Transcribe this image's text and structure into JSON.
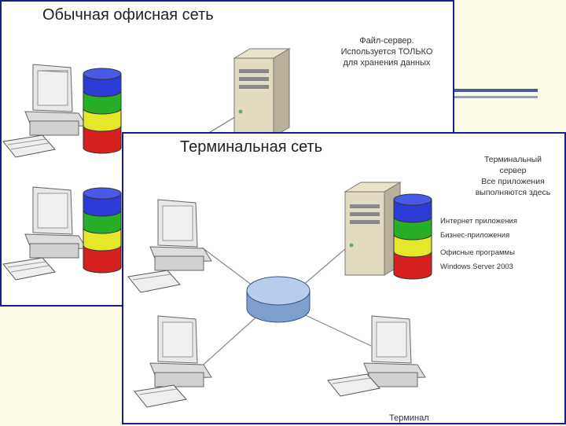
{
  "slide": {
    "accent": "#1a1e8c",
    "background": "#fbfbe6"
  },
  "office": {
    "title": "Обычная офисная сеть",
    "server_note": [
      "Файл-сервер.",
      "Используется ТОЛЬКО",
      "для хранения данных"
    ],
    "icons": [
      "computer-icon",
      "database-icon",
      "server-icon"
    ]
  },
  "terminal": {
    "title": "Терминальная сеть",
    "server_note": [
      "Терминальный",
      "сервер",
      "Все приложения",
      "выполняются здесь"
    ],
    "legend": [
      "Интернет приложения",
      "Бизнес-приложения",
      "Офисные программы",
      "Windows Server 2003"
    ],
    "terminal_label": "Терминал",
    "hub_icon": "network-hub-icon"
  },
  "db_colors": [
    "#2a3bd6",
    "#27b027",
    "#e6e62a",
    "#d62020"
  ]
}
